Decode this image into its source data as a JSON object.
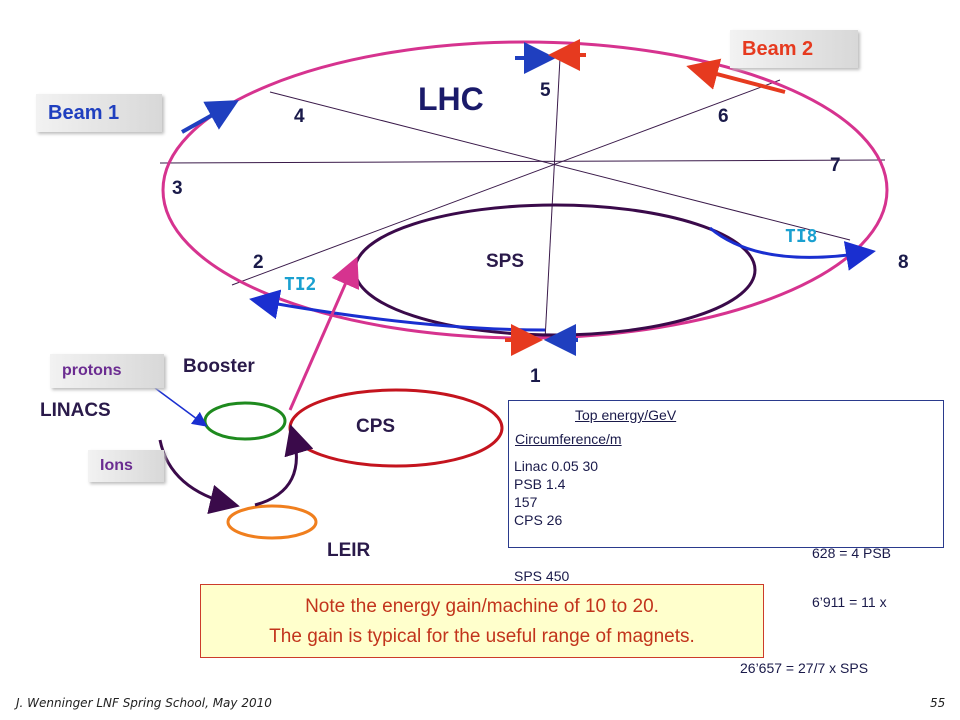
{
  "labels": {
    "lhc": "LHC",
    "sps": "SPS",
    "cps": "CPS",
    "leir": "LEIR",
    "booster": "Booster",
    "linacs": "LINACS",
    "ti2": "TI2",
    "ti8": "TI8"
  },
  "points": [
    "1",
    "2",
    "3",
    "4",
    "5",
    "6",
    "7",
    "8"
  ],
  "tags": {
    "beam1": "Beam 1",
    "beam2": "Beam 2",
    "protons": "protons",
    "ions": "Ions"
  },
  "table": {
    "header_energy": "Top energy/GeV",
    "header_circ": "Circumference/m",
    "rows": [
      "Linac          0.05               30",
      "PSB                                    1.4",
      "157",
      "CPS                        26",
      "628 = 4 PSB",
      "SPS                        450",
      "6’911 = 11 x",
      "26’657 = 27/7 x SPS"
    ]
  },
  "note": {
    "line1": "Note the energy gain/machine of 10 to 20.",
    "line2": "The gain is typical for the useful range of magnets."
  },
  "footer": {
    "left": "J. Wenninger LNF Spring School, May 2010",
    "page": "55"
  },
  "colors": {
    "lhc_ring": "#d6338f",
    "sps_ring": "#3a0a4a",
    "cps_ring": "#c4141e",
    "booster_ring": "#1e8a1e",
    "leir_ring": "#f07f1e",
    "beam1": "#1f3fbf",
    "beam2": "#e63a1f",
    "transfer": "#1a2fd0",
    "line": "#3a1a4a"
  }
}
